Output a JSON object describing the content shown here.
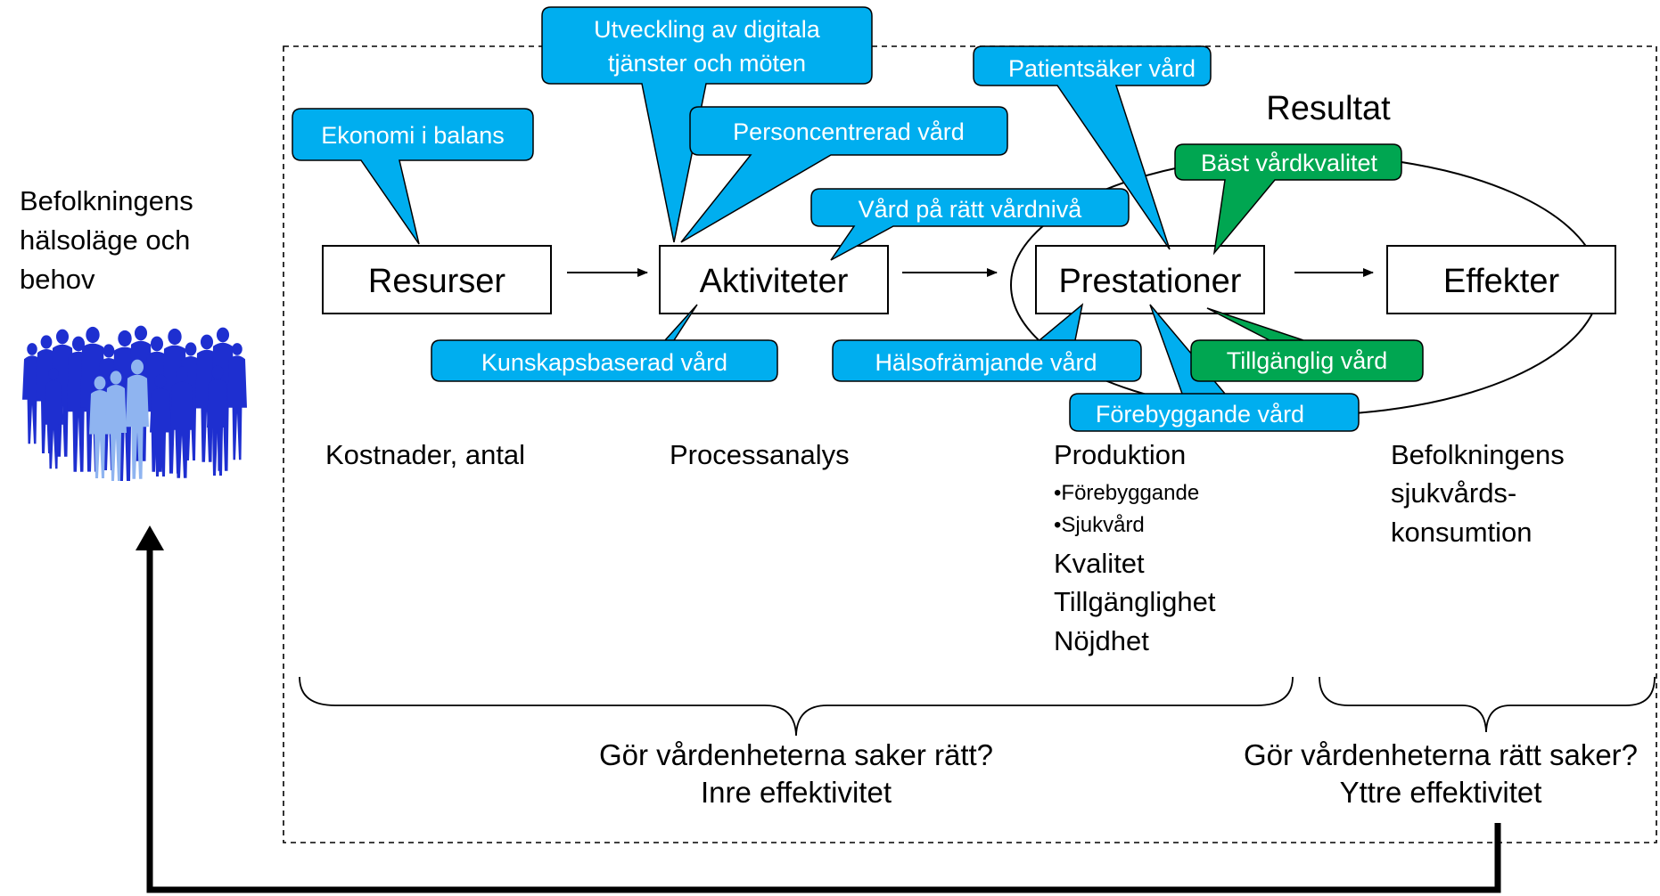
{
  "population": {
    "label_lines": [
      "Befolkningens",
      "hälsoläge och",
      "behov"
    ],
    "figure_icon": "crowd-silhouette-icon"
  },
  "stages": {
    "resources": "Resurser",
    "activities": "Aktiviteter",
    "outputs": "Prestationer",
    "effects": "Effekter"
  },
  "result_label": "Resultat",
  "callouts": {
    "ekonomi": "Ekonomi i balans",
    "digitala_line1": "Utveckling av digitala",
    "digitala_line2": "tjänster och möten",
    "personcentrerad": "Personcentrerad vård",
    "vardniva": "Vård på rätt vårdnivå",
    "kunskap": "Kunskapsbaserad vård",
    "patientsaker": "Patientsäker vård",
    "bast": "Bäst vårdkvalitet",
    "halsoframjande": "Hälsofrämjande vård",
    "tillganglig": "Tillgänglig vård",
    "forebyggande": "Förebyggande vård"
  },
  "metrics": {
    "resources": "Kostnader, antal",
    "activities": "Processanalys",
    "outputs": {
      "production": "Produktion",
      "bullet1": "•Förebyggande",
      "bullet2": "•Sjukvård",
      "quality": "Kvalitet",
      "accessibility": "Tillgänglighet",
      "satisfaction": "Nöjdhet"
    },
    "effects_lines": [
      "Befolkningens",
      "sjukvårds-",
      "konsumtion"
    ]
  },
  "efficiency": {
    "inner_question": "Gör vårdenheterna saker rätt?",
    "inner_label": "Inre effektivitet",
    "outer_question": "Gör vårdenheterna rätt saker?",
    "outer_label": "Yttre effektivitet"
  },
  "colors": {
    "callout_blue": "#00AEEF",
    "callout_green": "#00A651",
    "figure_blue": "#1E2FD0",
    "figure_light": "#8FB4F0"
  }
}
